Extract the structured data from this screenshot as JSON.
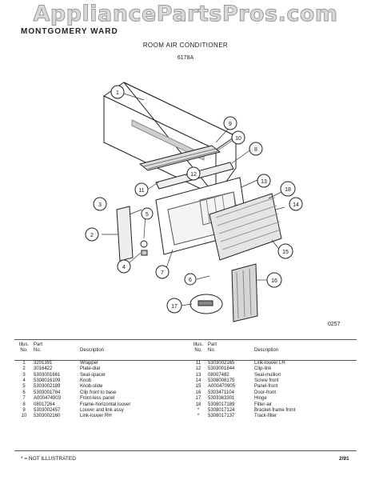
{
  "watermark": "AppliancePartsPros.com",
  "brand": "MONTGOMERY WARD",
  "title": "ROOM AIR CONDITIONER",
  "model": "6178A",
  "figure_number": "0257",
  "callouts": [
    "1",
    "2",
    "3",
    "4",
    "5",
    "6",
    "7",
    "8",
    "9",
    "10",
    "11",
    "12",
    "13",
    "14",
    "15",
    "16",
    "17",
    "18"
  ],
  "table": {
    "headers": {
      "illus": "Illus.",
      "no": "No.",
      "part": "Part",
      "part_no": "No.",
      "description": "Description"
    },
    "left": [
      {
        "illus": "1",
        "part": "3201391",
        "description": "Wrapper"
      },
      {
        "illus": "2",
        "part": "3016422",
        "description": "Plate-dial"
      },
      {
        "illus": "3",
        "part": "5303001661",
        "description": "Seal-spacer"
      },
      {
        "illus": "4",
        "part": "5308016109",
        "description": "Knob"
      },
      {
        "illus": "5",
        "part": "5303002189",
        "description": "Knob-slide"
      },
      {
        "illus": "6",
        "part": "5303001784",
        "description": "Clip front to base"
      },
      {
        "illus": "7",
        "part": "A000474903",
        "description": "Front-less panel"
      },
      {
        "illus": "8",
        "part": "08017264",
        "description": "Frame-horizontal louver"
      },
      {
        "illus": "9",
        "part": "5303002457",
        "description": "Louver and link assy"
      },
      {
        "illus": "10",
        "part": "5303002160",
        "description": "Link-louver RH"
      }
    ],
    "right": [
      {
        "illus": "11",
        "part": "5303002165",
        "description": "Link-louver LH"
      },
      {
        "illus": "12",
        "part": "5303001844",
        "description": "Clip-link"
      },
      {
        "illus": "13",
        "part": "08007482",
        "description": "Seal-mullion"
      },
      {
        "illus": "14",
        "part": "5308008175",
        "description": "Screw front"
      },
      {
        "illus": "15",
        "part": "A000470905",
        "description": "Panel-front"
      },
      {
        "illus": "16",
        "part": "5303471104",
        "description": "Door-front"
      },
      {
        "illus": "17",
        "part": "5303363301",
        "description": "Hinge"
      },
      {
        "illus": "18",
        "part": "5308017189",
        "description": "Filter-air"
      },
      {
        "illus": "*",
        "part": "5308017124",
        "description": "Bracket-frame front"
      },
      {
        "illus": "*",
        "part": "5308017137",
        "description": "Track-filter"
      }
    ]
  },
  "footer_note": "* = NOT ILLUSTRATED",
  "date": "2/91"
}
